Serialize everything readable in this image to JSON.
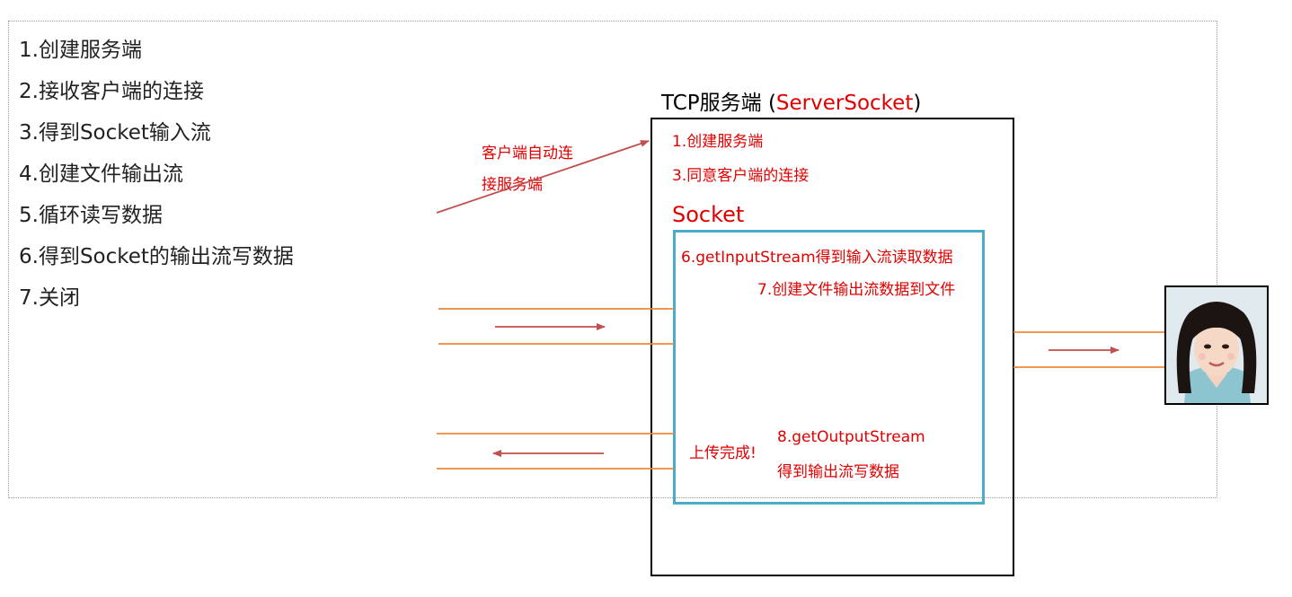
{
  "steps": [
    "1.创建服务端",
    "2.接收客户端的连接",
    "3.得到Socket输入流",
    "4.创建文件输出流",
    "5.循环读写数据",
    "6.得到Socket的输出流写数据",
    "7.关闭"
  ],
  "server": {
    "title_prefix": "TCP服务端 (",
    "title_highlight": "ServerSocket",
    "title_suffix": ")",
    "note_create": "1.创建服务端",
    "note_accept": "3.同意客户端的连接"
  },
  "client_connect": {
    "line1": "客户端自动连",
    "line2": "接服务端"
  },
  "socket": {
    "title": "Socket",
    "input_stream": "6.getInputStream得到输入流读取数据",
    "file_output": "7.创建文件输出流数据到文件",
    "upload_done": "上传完成!",
    "output_stream_line1": "8.getOutputStream",
    "output_stream_line2": "得到输出流写数据"
  },
  "colors": {
    "highlight": "#e00000",
    "pipe": "#f0883a",
    "arrow": "#c0504d",
    "socket_border": "#4aacc6"
  },
  "icons": {
    "photo": "portrait-photo"
  }
}
